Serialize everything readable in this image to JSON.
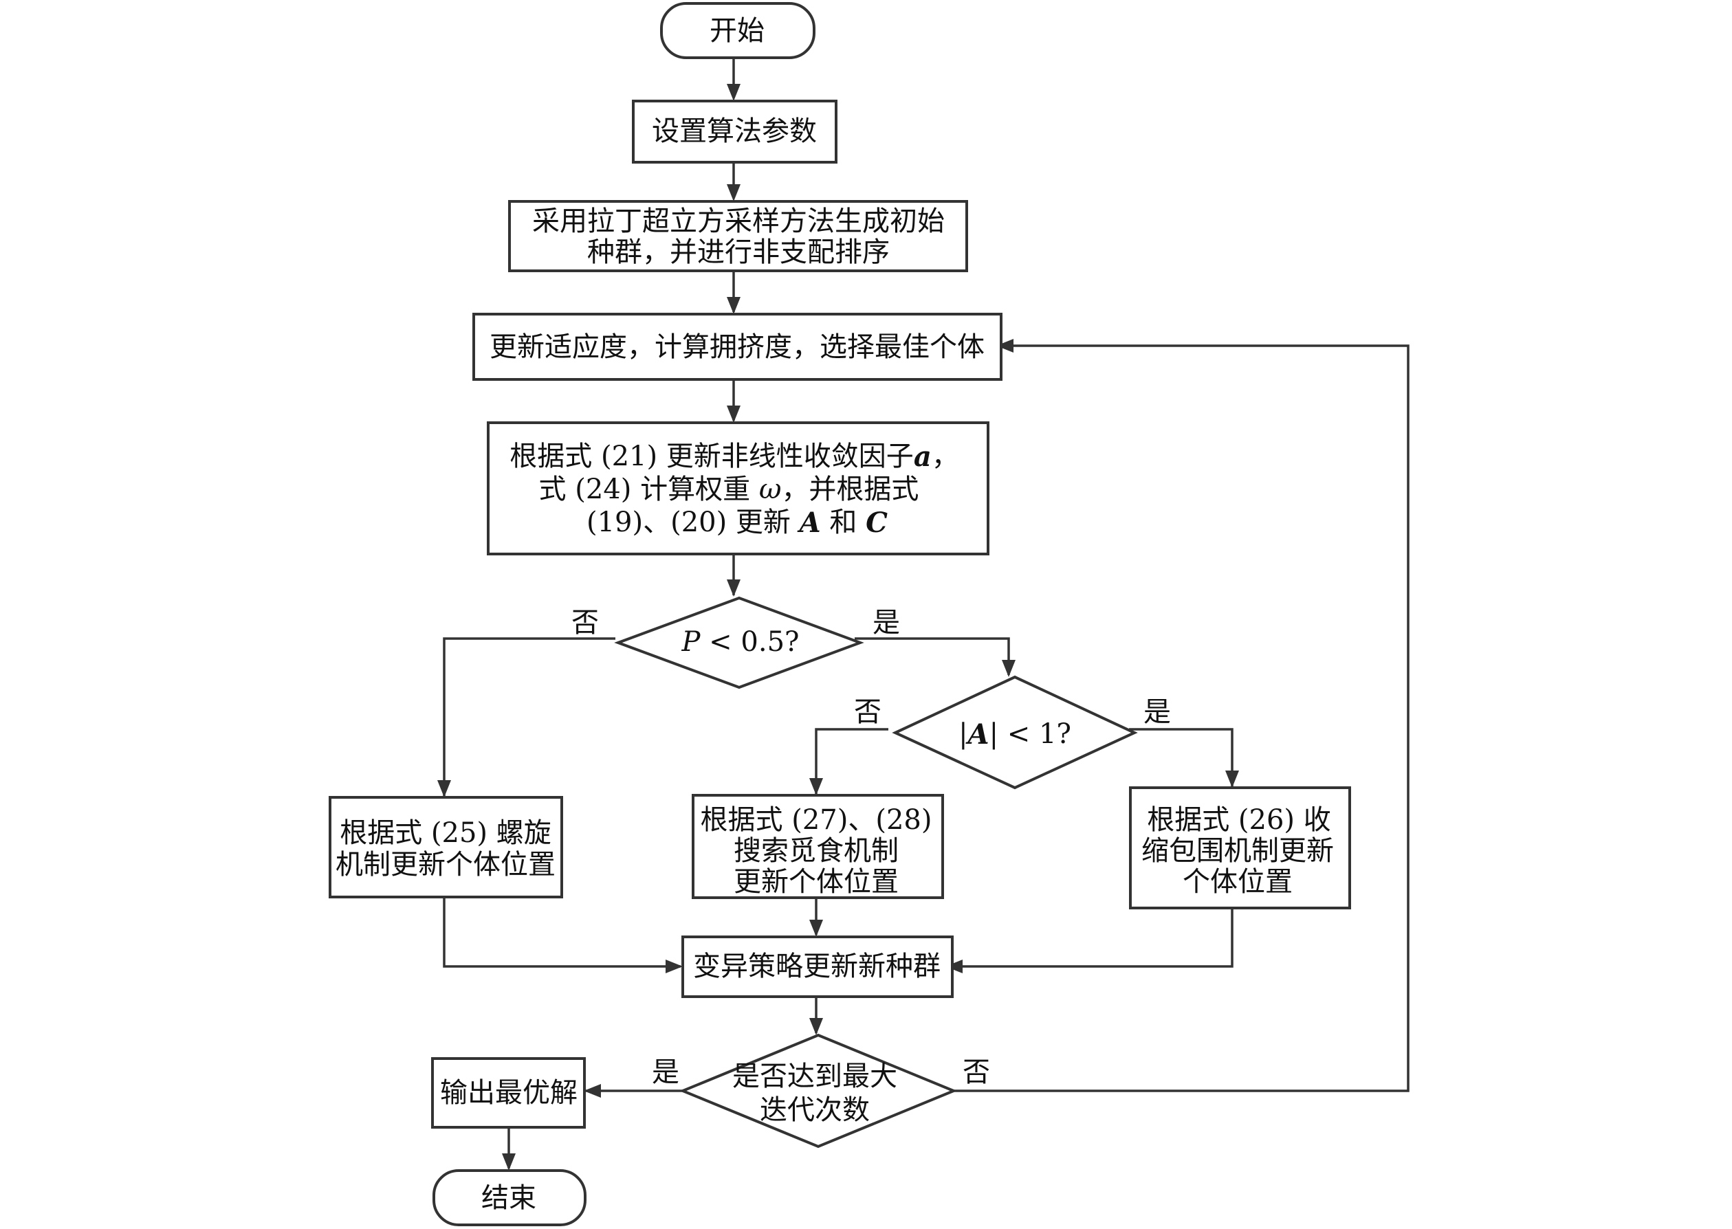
{
  "flow": {
    "start": "开始",
    "set_params": "设置算法参数",
    "init_population": [
      "采用拉丁超立方采样方法生成初始",
      "种群，并进行非支配排序"
    ],
    "update_fitness": "更新适应度，计算拥挤度，选择最佳个体",
    "update_coeffs": {
      "line1_text": "根据式 (21) 更新非线性收敛因子",
      "line1_var": "a",
      "line1_tail": "，",
      "line2_text": "式 (24) 计算权重",
      "line2_var": "ω",
      "line2_tail": "，并根据式",
      "line3_text": "(19)、(20) 更新",
      "line3_var1": "A",
      "line3_mid": " 和 ",
      "line3_var2": "C"
    },
    "decision_p": {
      "var": "P",
      "rest": " < 0.5?"
    },
    "decision_a": {
      "bar_left": "|",
      "var": "A",
      "rest": "| < 1?"
    },
    "spiral_update": [
      "根据式 (25) 螺旋",
      "机制更新个体位置"
    ],
    "search_update": [
      "根据式 (27)、(28)",
      "搜索觅食机制",
      "更新个体位置"
    ],
    "encircle_update": [
      "根据式 (26) 收",
      "缩包围机制更新",
      "个体位置"
    ],
    "mutation": "变异策略更新新种群",
    "max_iter_decision": [
      "是否达到最大",
      "迭代次数"
    ],
    "output": "输出最优解",
    "end": "结束",
    "labels": {
      "p_no": "否",
      "p_yes": "是",
      "a_no": "否",
      "a_yes": "是",
      "iter_yes": "是",
      "iter_no": "否"
    }
  }
}
